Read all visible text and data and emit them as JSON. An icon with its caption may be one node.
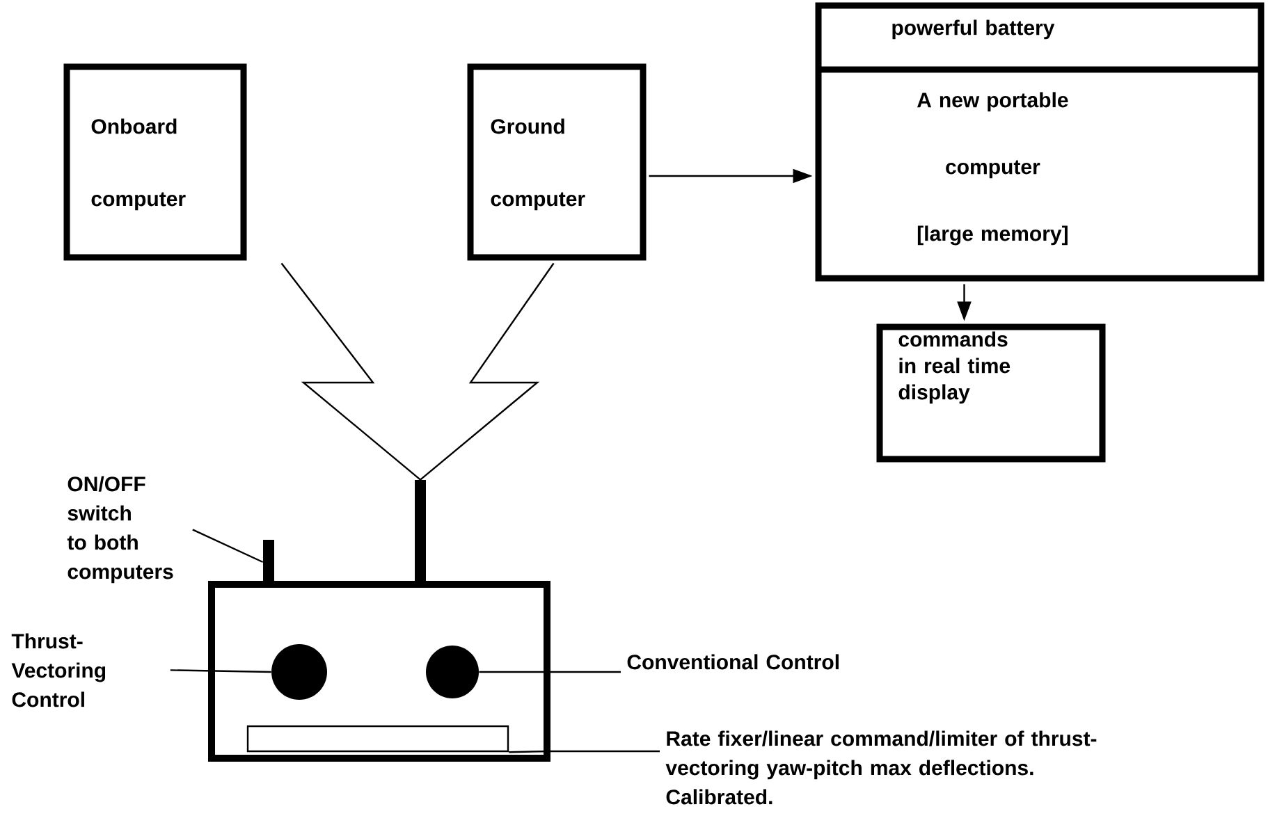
{
  "diagram": {
    "nodes": [
      {
        "text": [
          "Onboard computer"
        ]
      },
      {
        "text": [
          "Ground computer"
        ]
      },
      {
        "text": [
          "powerful battery",
          "A new portable computer [large memory]"
        ]
      },
      {
        "text": [
          "commands in real time display"
        ]
      },
      {
        "text": [
          "ON/OFF switch to both computers"
        ]
      },
      {
        "text": [],
        "shape": "bar"
      },
      {
        "text": [],
        "shape": "bar"
      },
      {
        "text": [
          "Thrust- Vectoring Control"
        ]
      },
      {
        "text": [],
        "shape": "box"
      },
      {
        "text": [],
        "shape": "circle",
        "in": 8
      },
      {
        "text": [],
        "shape": "circle",
        "in": 8
      },
      {
        "text": [],
        "shape": "bar",
        "in": 8
      },
      {
        "text": [
          "Conventional Control"
        ]
      },
      {
        "text": [
          "Rate fixer/linear command/limiter of thrust-vectoring yaw-pitch max deflections. Calibrated."
        ]
      }
    ],
    "edges": [
      {
        "from": 1,
        "to": 2,
        "arrow": "to"
      },
      {
        "from": 2,
        "to": 3,
        "arrow": "to"
      },
      {
        "from": 0,
        "to": 6,
        "arrow": "none"
      },
      {
        "from": 1,
        "to": 6,
        "arrow": "none"
      },
      {
        "from": 4,
        "to": 5,
        "arrow": "none"
      },
      {
        "from": 7,
        "to": 9,
        "arrow": "none"
      },
      {
        "from": 12,
        "to": 10,
        "arrow": "none"
      },
      {
        "from": 13,
        "to": 11,
        "arrow": "none"
      }
    ]
  }
}
